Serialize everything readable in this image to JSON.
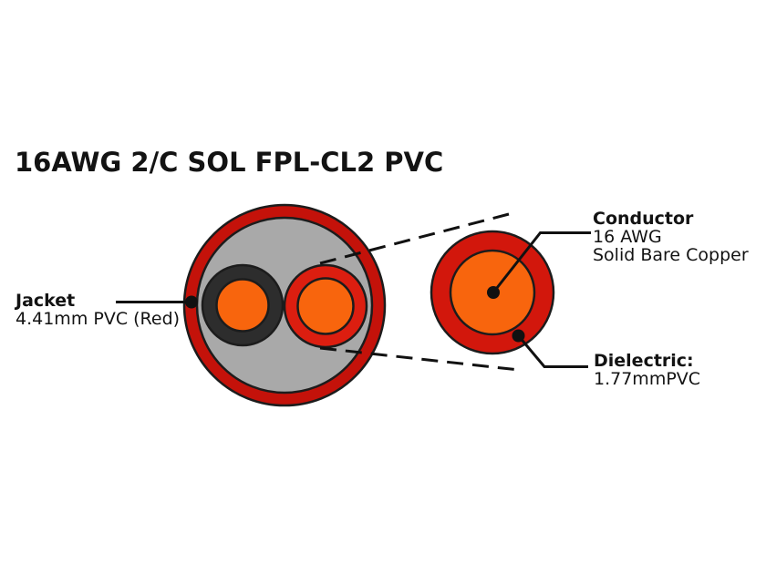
{
  "title": "16AWG 2/C SOL FPL-CL2 PVC",
  "labels": {
    "jacket": {
      "title": "Jacket",
      "detail": "4.41mm PVC (Red)"
    },
    "conductor": {
      "title": "Conductor",
      "line1": "16 AWG",
      "line2": "Solid Bare Copper"
    },
    "dielectric": {
      "title": "Dielectric:",
      "detail": "1.77mmPVC"
    }
  },
  "colors": {
    "jacket_red": "#C4120A",
    "insulation_red": "#DC1E10",
    "dielectric_red": "#D2170C",
    "copper_orange": "#F8650D",
    "filler_gray": "#A9A9A9",
    "insulation_black": "#2D2D2D",
    "line_black": "#111111"
  }
}
